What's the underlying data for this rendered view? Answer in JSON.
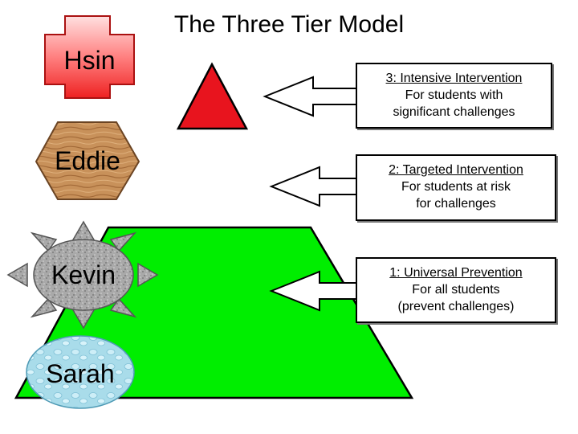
{
  "title": "The Three Tier Model",
  "tiers": [
    {
      "heading": "3: Intensive Intervention",
      "line1": "For students with",
      "line2": "significant challenges",
      "color": "#e8141e"
    },
    {
      "heading": "2: Targeted Intervention",
      "line1": "For students at risk",
      "line2": "for challenges",
      "color": "#ffffff"
    },
    {
      "heading": "1: Universal Prevention",
      "line1": "For all students",
      "line2": "(prevent challenges)",
      "color": "#00ee00"
    }
  ],
  "people": [
    {
      "name": "Hsin",
      "shape": "cross",
      "color": "#ef4444"
    },
    {
      "name": "Eddie",
      "shape": "hexagon",
      "color": "#c8935a"
    },
    {
      "name": "Kevin",
      "shape": "sun",
      "color": "#a8a8a8"
    },
    {
      "name": "Sarah",
      "shape": "ellipse",
      "color": "#a6d8e6"
    }
  ]
}
